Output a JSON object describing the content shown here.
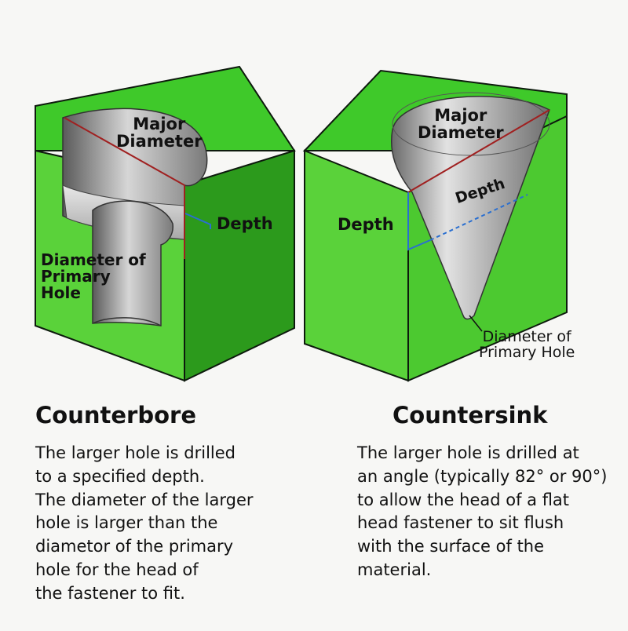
{
  "counterbore": {
    "label_major": "Major\nDiameter",
    "label_depth": "Depth",
    "label_primary": "Diameter of\nPrimary\nHole",
    "title": "Counterbore",
    "description": "The larger hole is drilled\nto a specified depth.\nThe diameter of the larger\nhole is larger than the\ndiametor of the primary\nhole for the head of\nthe fastener to fit."
  },
  "countersink": {
    "label_major": "Major\nDiameter",
    "label_depth_side": "Depth",
    "label_depth_inner": "Depth",
    "label_primary": "Diameter of\nPrimary Hole",
    "title": "Countersink",
    "description": "The larger hole is drilled at\nan angle (typically 82° or 90°)\nto allow the head of a flat\nhead fastener to sit flush\nwith the surface of the\nmaterial."
  },
  "colors": {
    "top_face": "#3fc92a",
    "front_face": "#5ad23a",
    "side_face": "#2c9a1c",
    "outline": "#0d1a0d",
    "major_line": "#a02020",
    "depth_line": "#2a6fd0"
  }
}
